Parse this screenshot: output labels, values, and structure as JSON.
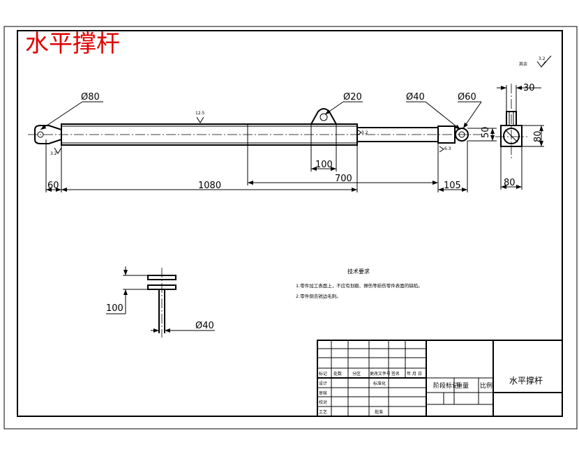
{
  "drawing": {
    "header_title": "水平撑杆",
    "roughness_general": "3.2",
    "roughness_corner_note": "其余",
    "roughness_tube": "12.5"
  },
  "dimensions": {
    "d80": "Ø80",
    "d20": "Ø20",
    "d40": "Ø40",
    "d60": "Ø60",
    "d40_lower": "Ø40",
    "w30": "30",
    "h50": "50",
    "h80_side": "80",
    "w80_side": "80",
    "l60": "60",
    "l1080": "1080",
    "l700": "700",
    "l105": "105",
    "l100": "100",
    "l100_lower": "100",
    "r63": "6.3",
    "r32": "3.2",
    "r125": "12.5"
  },
  "tech_requirements": {
    "title": "技术要求",
    "items": [
      "1.零件加工表面上，不应有划痕、擦伤等损伤零件表面的缺陷。",
      "2.零件倒去锐边毛刺。"
    ]
  },
  "title_block": {
    "part_name": "水平撑杆",
    "stage_mark": "阶段标记",
    "weight": "重量",
    "scale": "比例",
    "row_labels": [
      "标记",
      "处数",
      "分区",
      "更改文件号",
      "签名",
      "年 月 日"
    ],
    "sign_labels": [
      "设计",
      "审核",
      "工艺"
    ],
    "std_label": "标准化",
    "approve_label": "批准",
    "check_label": "校对"
  }
}
